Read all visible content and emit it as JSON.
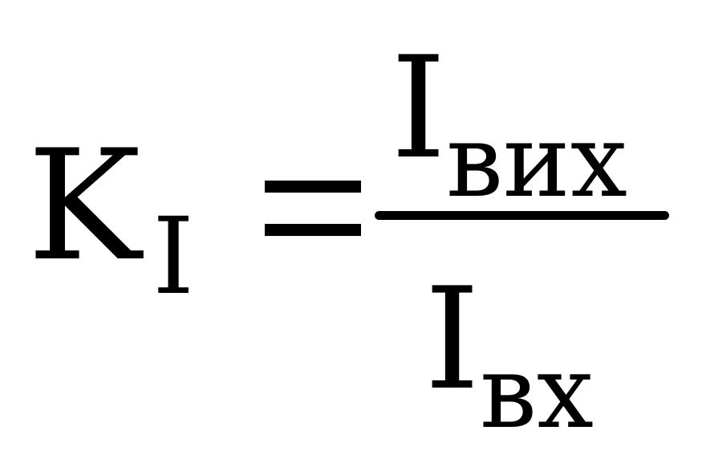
{
  "formula": {
    "lhs": {
      "symbol": "K",
      "subscript": "I"
    },
    "operator": "=",
    "numerator": {
      "symbol": "I",
      "subscript": "вих"
    },
    "denominator": {
      "symbol": "I",
      "subscript": "вх"
    }
  }
}
